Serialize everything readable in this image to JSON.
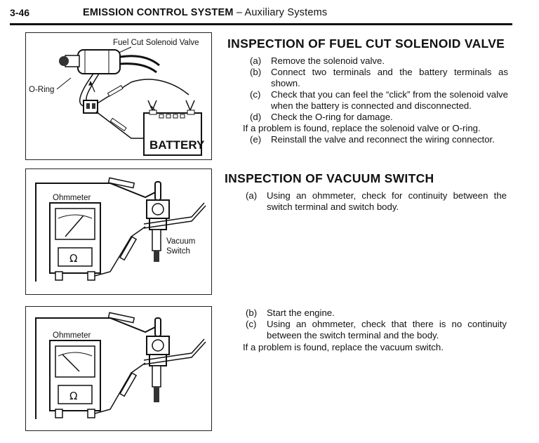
{
  "header": {
    "page_number": "3-46",
    "title_main": "EMISSION CONTROL SYSTEM",
    "title_sub": " – Auxiliary Systems"
  },
  "figure1": {
    "label_valve": "Fuel Cut Solenoid Valve",
    "label_oring": "O-Ring",
    "label_battery": "BATTERY"
  },
  "figure2": {
    "label_meter": "Ohmmeter",
    "label_switch_1": "Vacuum",
    "label_switch_2": "Switch",
    "ohm_symbol": "Ω"
  },
  "figure3": {
    "label_meter": "Ohmmeter",
    "ohm_symbol": "Ω"
  },
  "section1": {
    "title": "INSPECTION OF FUEL CUT SOLENOID VALVE",
    "steps": [
      {
        "mark": "(a)",
        "text": "Remove the solenoid valve."
      },
      {
        "mark": "(b)",
        "text": "Connect two terminals and the battery terminals as shown."
      },
      {
        "mark": "(c)",
        "text": "Check that you can feel the “click” from the solenoid valve when the battery is connected and disconnected."
      },
      {
        "mark": "(d)",
        "text": "Check the O-ring for damage."
      }
    ],
    "note": "If a problem is found, replace the solenoid valve or O-ring.",
    "step_e": {
      "mark": "(e)",
      "text": "Reinstall the valve and reconnect the wiring connector."
    }
  },
  "section2": {
    "title": "INSPECTION OF VACUUM SWITCH",
    "step_a": {
      "mark": "(a)",
      "text": "Using an ohmmeter, check for continuity between the switch terminal and switch body."
    }
  },
  "section3": {
    "steps": [
      {
        "mark": "(b)",
        "text": "Start the engine."
      },
      {
        "mark": "(c)",
        "text": "Using an ohmmeter, check that there is no continuity between the switch terminal and the body."
      }
    ],
    "note": "If a problem is found, replace the vacuum switch."
  }
}
